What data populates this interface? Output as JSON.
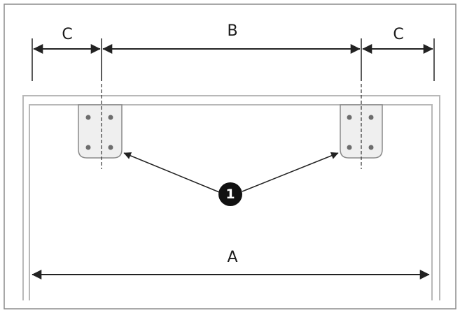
{
  "labels": {
    "c_left": "C",
    "b": "B",
    "c_right": "C",
    "a": "A",
    "callout": "1"
  },
  "colors": {
    "line": "#222222",
    "frame": "#b8b8b8",
    "bracket_fill": "#efefef",
    "bracket_stroke": "#8a8a8a",
    "hole": "#6d6d6d"
  }
}
